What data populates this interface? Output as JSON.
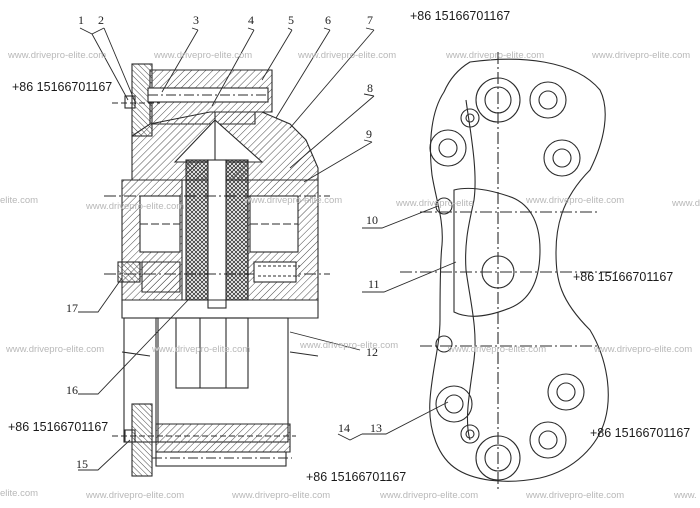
{
  "callouts": [
    "1",
    "2",
    "3",
    "4",
    "5",
    "6",
    "7",
    "8",
    "9",
    "10",
    "11",
    "12",
    "13",
    "14",
    "15",
    "16",
    "17"
  ],
  "phone": "+86 15166701167",
  "watermark": "www.drivepro-elite.com",
  "watermark_partial": "www.drivepro-elite",
  "watermark_edge": "elite.com",
  "watermark_edge_right": "www.dr",
  "watermark_edge_right2": "www.",
  "colors": {
    "line": "#2b2b2b",
    "hatch": "#555555",
    "text": "#222222",
    "watermark": "#b8b8b8"
  }
}
